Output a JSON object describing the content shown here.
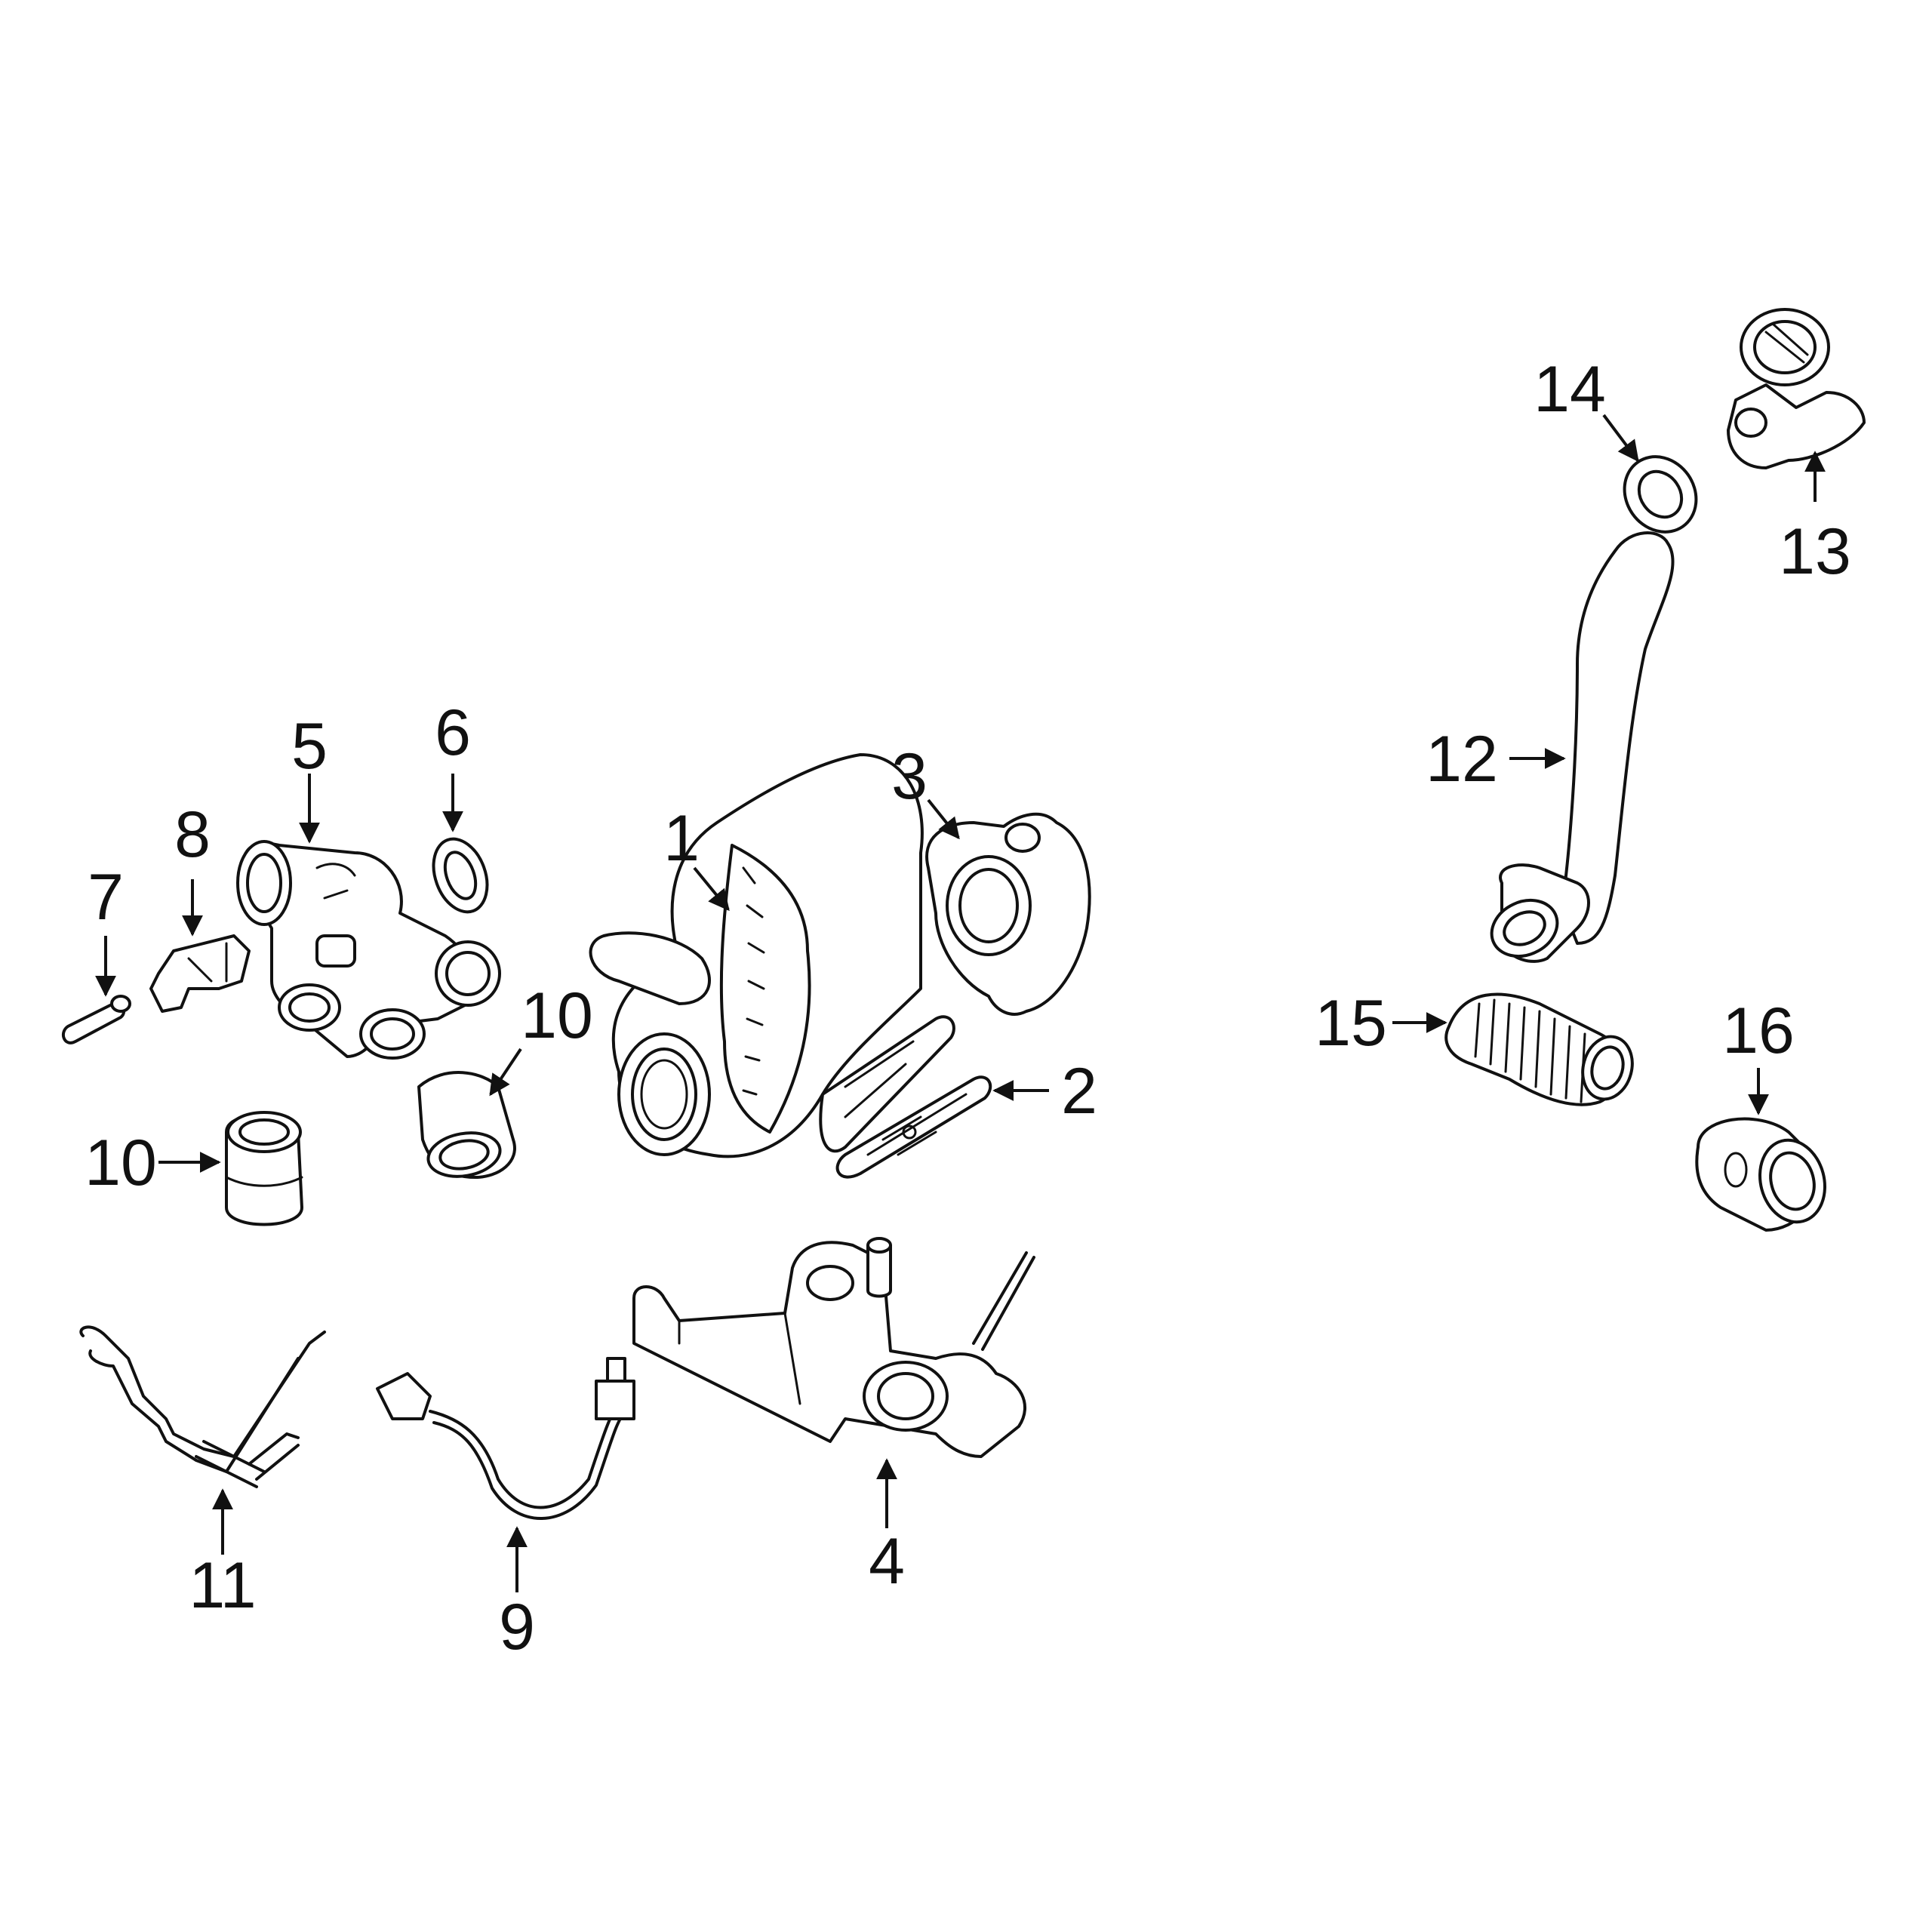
{
  "callouts": {
    "c1": "1",
    "c2": "2",
    "c3": "3",
    "c4": "4",
    "c5": "5",
    "c6": "6",
    "c7": "7",
    "c8": "8",
    "c9": "9",
    "c10a": "10",
    "c10b": "10",
    "c11": "11",
    "c12": "12",
    "c13": "13",
    "c14": "14",
    "c15": "15",
    "c16": "16"
  },
  "colors": {
    "line": "#111111",
    "background": "#ffffff"
  }
}
